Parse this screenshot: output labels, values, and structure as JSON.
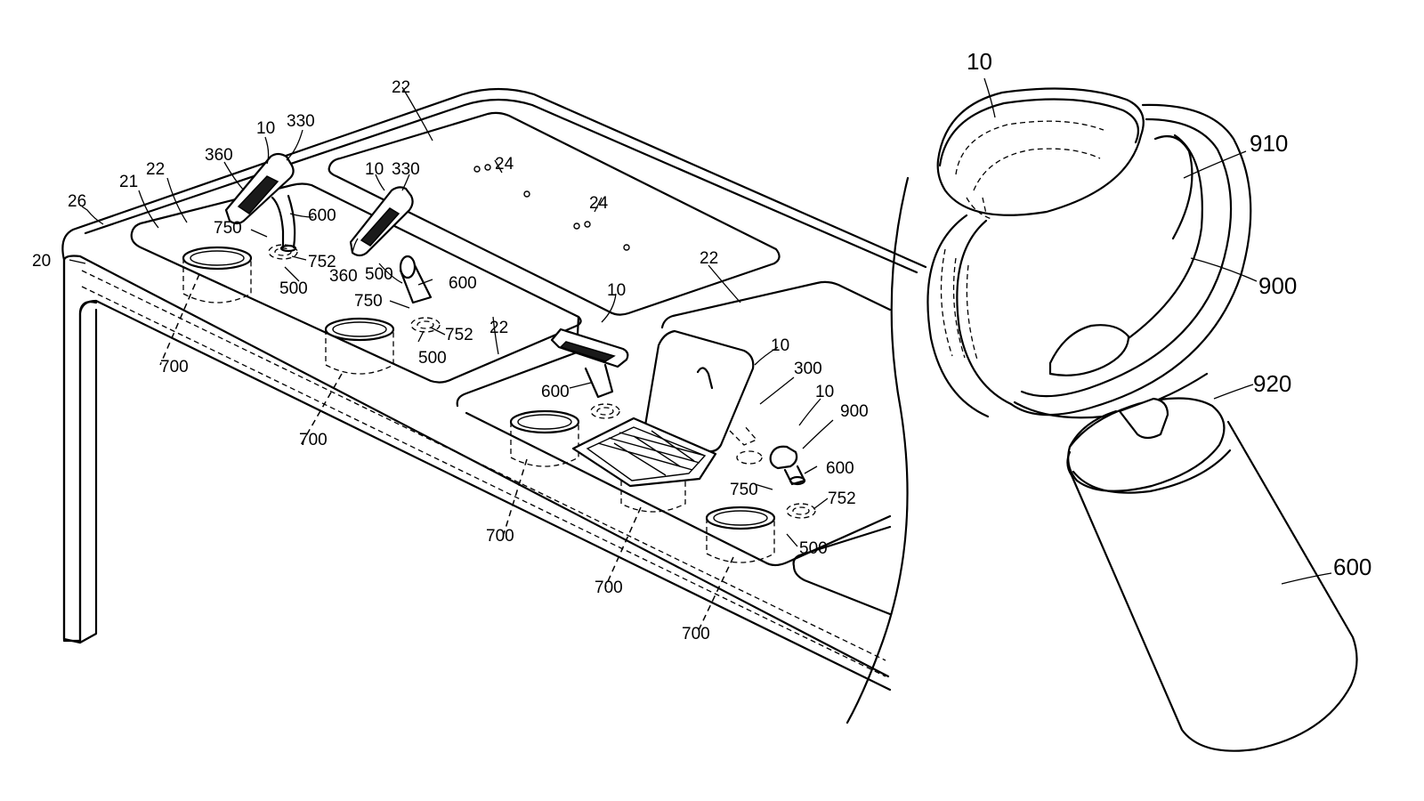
{
  "figure": {
    "table_labels": {
      "l20": "20",
      "l21": "21",
      "l26": "26",
      "l22_a": "22",
      "l22_b": "22",
      "l22_c": "22",
      "l22_d": "22",
      "l24_a": "24",
      "l24_b": "24",
      "l10_a": "10",
      "l10_b": "10",
      "l10_c": "10",
      "l10_d": "10",
      "l10_e": "10",
      "l330_a": "330",
      "l330_b": "330",
      "l360_a": "360",
      "l360_b": "360",
      "l600_a": "600",
      "l600_b": "600",
      "l600_c": "600",
      "l600_d": "600",
      "l750_a": "750",
      "l750_b": "750",
      "l750_c": "750",
      "l752_a": "752",
      "l752_b": "752",
      "l752_c": "752",
      "l500_a": "500",
      "l500_b": "500",
      "l500_c": "500",
      "l500_d": "500",
      "l700_a": "700",
      "l700_b": "700",
      "l700_c": "700",
      "l700_d": "700",
      "l700_e": "700",
      "l300": "300",
      "l900": "900"
    },
    "detail_labels": {
      "d10": "10",
      "d910": "910",
      "d900": "900",
      "d920": "920",
      "d600": "600"
    }
  }
}
